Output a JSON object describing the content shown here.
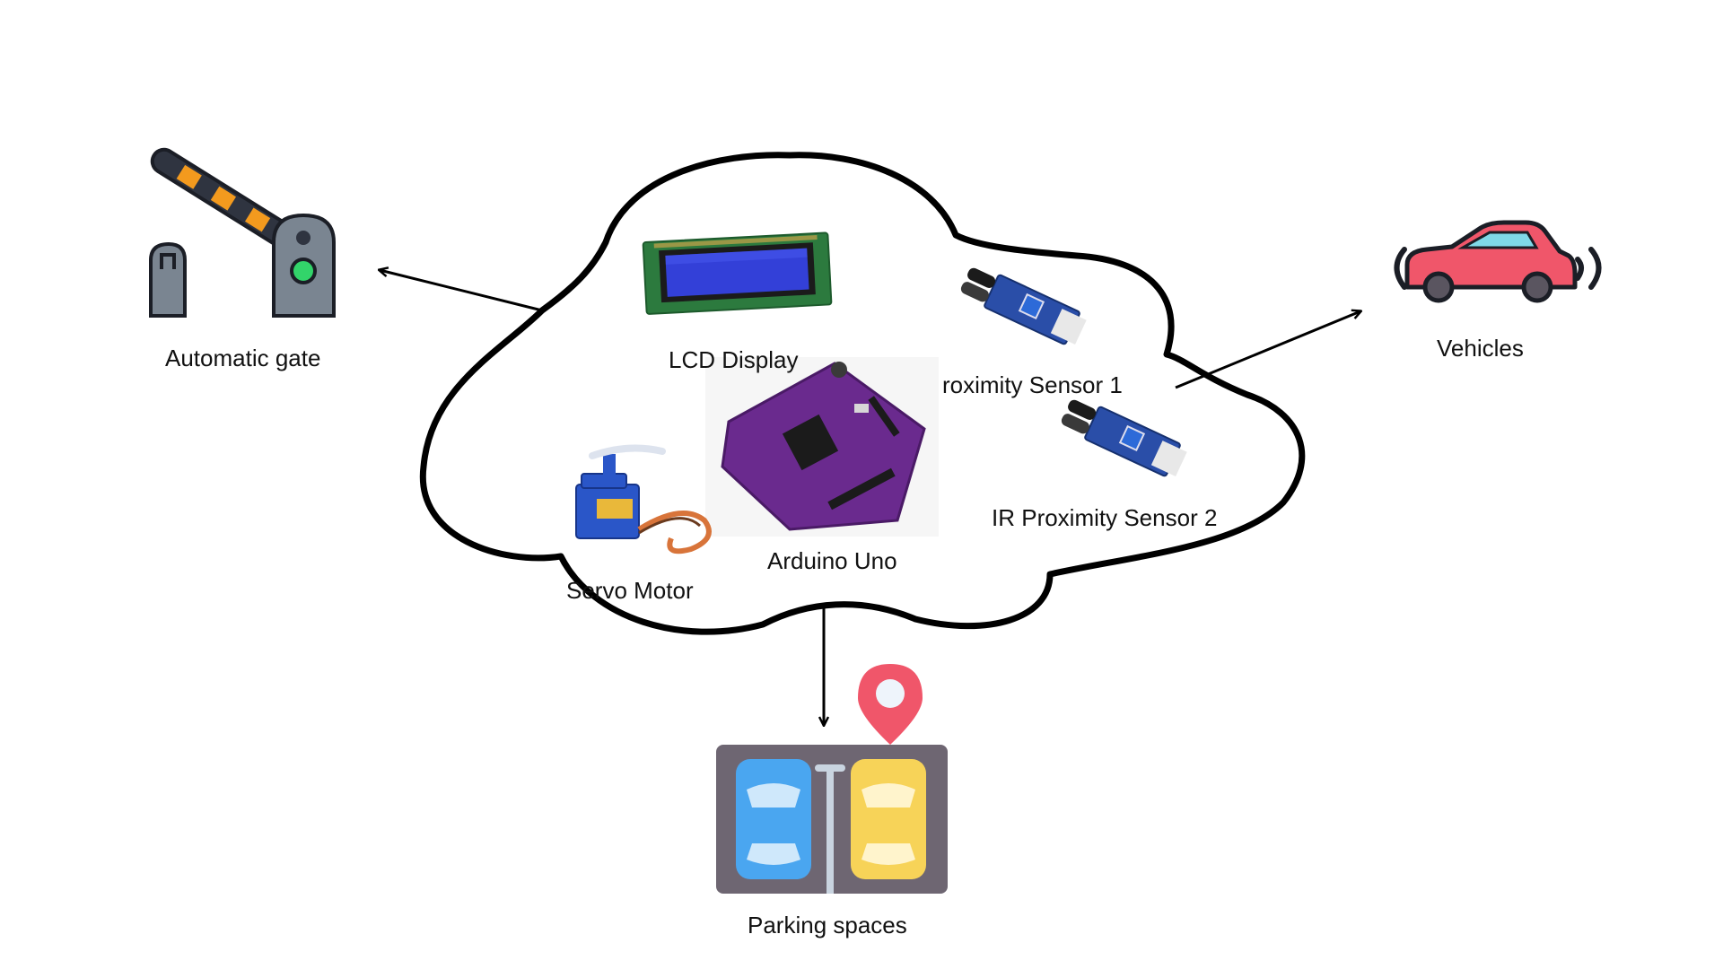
{
  "labels": {
    "automatic_gate": "Automatic gate",
    "vehicles": "Vehicles",
    "parking_spaces": "Parking spaces",
    "lcd_display": "LCD Display",
    "ir_sensor_1": "roximity Sensor  1",
    "ir_sensor_2": "IR Proximity Sensor  2",
    "servo_motor": "Servo Motor",
    "arduino_uno": "Arduino Uno"
  },
  "colors": {
    "outline": "#000000",
    "gate_body": "#7a8591",
    "gate_stripe": "#f39a1e",
    "gate_bar": "#2f3440",
    "gate_light": "#32d46a",
    "car_body": "#f0566a",
    "car_window": "#7fd8e8",
    "lot_ground": "#6e6672",
    "lot_car_blue": "#4aa6f0",
    "lot_car_yellow": "#f7d358",
    "pin": "#f0566a",
    "lcd_board": "#2c7a3e",
    "lcd_screen": "#3340d8",
    "sensor_board": "#2a4ea8",
    "arduino_board": "#6a2a8e",
    "servo_body": "#2a56c8"
  },
  "icons": [
    "barrier-gate-icon",
    "car-signal-icon",
    "parking-lot-icon",
    "location-pin-icon",
    "lcd-module-image",
    "ir-sensor-image",
    "servo-motor-image",
    "arduino-board-image"
  ]
}
